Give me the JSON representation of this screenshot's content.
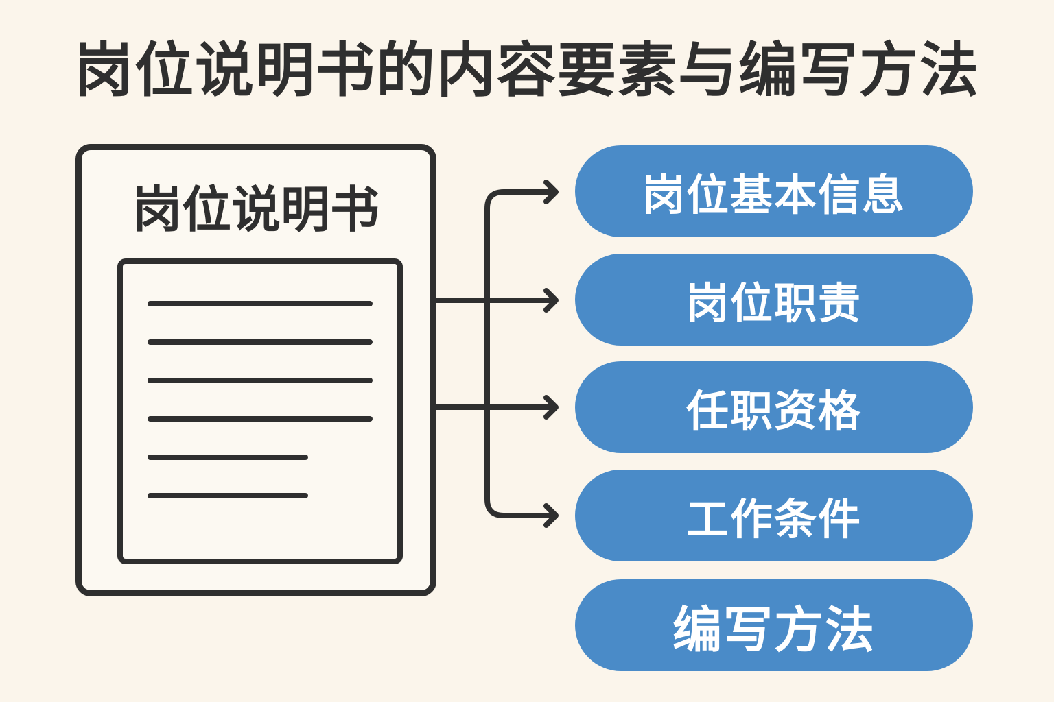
{
  "title": "岗位说明书的内容要素与编写方法",
  "document": {
    "title": "岗位说明书",
    "line_count": 6
  },
  "elements": [
    {
      "label": "岗位基本信息"
    },
    {
      "label": "岗位职责"
    },
    {
      "label": "任职资格"
    },
    {
      "label": "工作条件"
    },
    {
      "label": "编写方法"
    }
  ],
  "colors": {
    "background": "#FBF5EB",
    "pill": "#4A8BC8",
    "ink": "#2F2F2F"
  },
  "icons": [
    "document-icon",
    "arrow-right-icon"
  ]
}
